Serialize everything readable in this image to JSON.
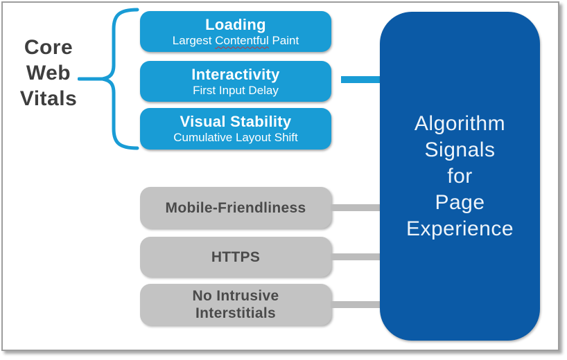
{
  "diagram": {
    "title_label": "Core\nWeb\nVitals",
    "vitals": [
      {
        "title": "Loading",
        "subtitle_pre": "Largest ",
        "subtitle_flagged": "Contentful",
        "subtitle_post": " Paint"
      },
      {
        "title": "Interactivity",
        "subtitle": "First Input Delay"
      },
      {
        "title": "Visual Stability",
        "subtitle": "Cumulative Layout Shift"
      }
    ],
    "other_signals": [
      {
        "label": "Mobile-Friendliness"
      },
      {
        "label": "HTTPS"
      },
      {
        "label": "No Intrusive\nInterstitials"
      }
    ],
    "target": {
      "label": "Algorithm\nSignals\nfor\nPage\nExperience"
    },
    "colors": {
      "cyan": "#199cd5",
      "dark_blue": "#0b5aa6",
      "gray_box": "#c3c3c3",
      "gray_arrow": "#bcbcbc",
      "label_text": "#3e3e3e",
      "spellcheck_squiggle": "#c23a3a"
    }
  }
}
